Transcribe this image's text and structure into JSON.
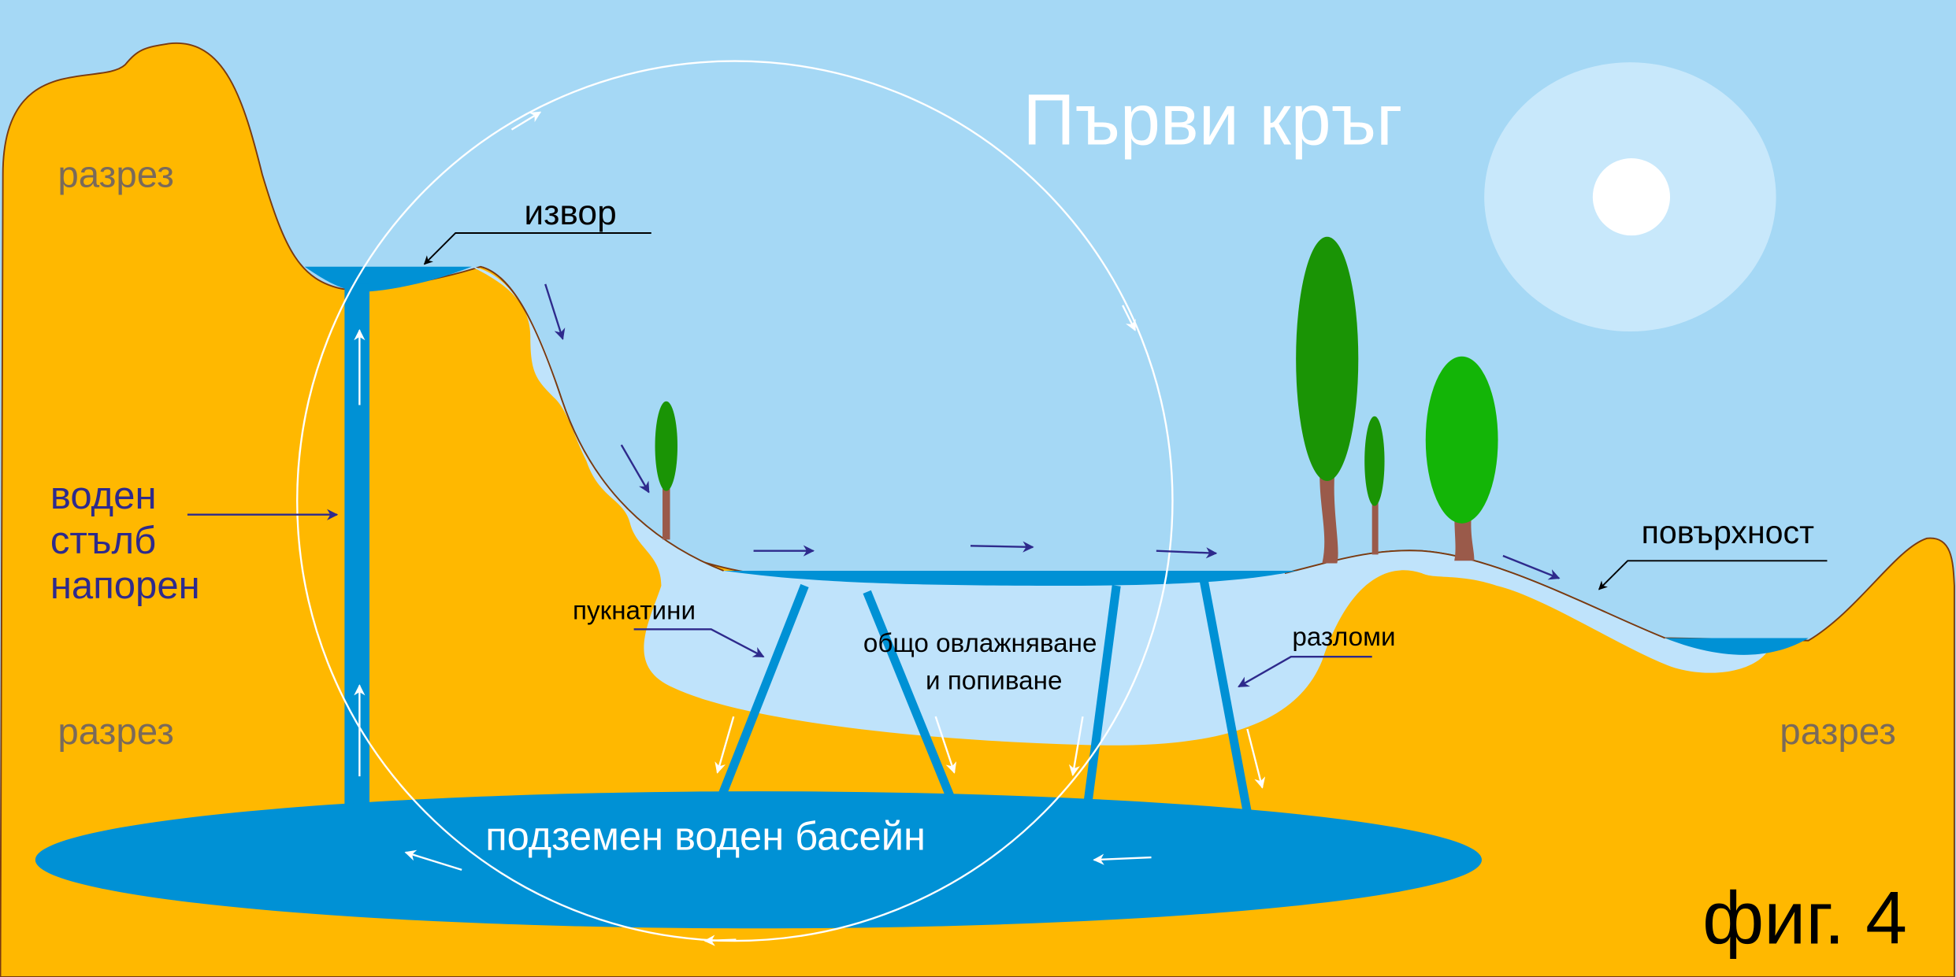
{
  "title": "Първи кръг",
  "figure_label": "фиг. 4",
  "labels": {
    "section_top_left": "разрез",
    "section_bottom_left": "разрез",
    "section_right": "разрез",
    "spring": "извор",
    "water_column_1": "воден",
    "water_column_2": "стълб",
    "water_column_3": "напорен",
    "cracks": "пукнатини",
    "general_wetting_1": "общо овлажняване",
    "general_wetting_2": "и попиване",
    "faults": "разломи",
    "surface": "повърхност",
    "basin": "подземен воден басейн"
  },
  "colors": {
    "sky": "#a5d8f5",
    "ground": "#ffb800",
    "water": "#0091d5",
    "wet_zone": "#bfe3fb",
    "arrow_dark": "#2e2a8c",
    "sun_halo": "#c8e8fb",
    "tree_dark": "#1a9405",
    "tree_light": "#13b507",
    "trunk": "#9a5a4a"
  }
}
